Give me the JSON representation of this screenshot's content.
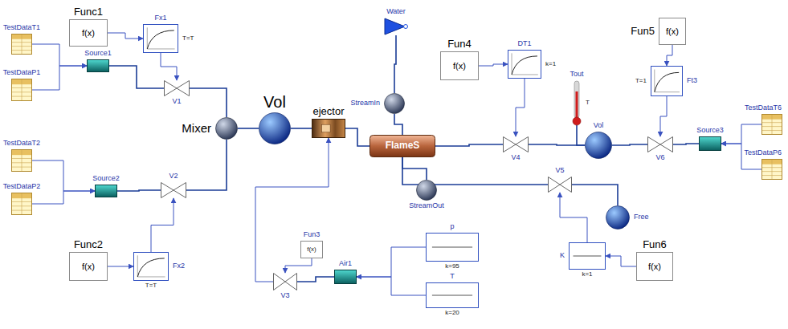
{
  "diagram": {
    "nodes": [
      {
        "text": [
          "Func1",
          "f(x)"
        ]
      },
      {
        "text": [
          "Fx1",
          "T=T"
        ]
      },
      {
        "text": [
          "TestDataT1"
        ]
      },
      {
        "text": [
          "Source1"
        ]
      },
      {
        "text": [
          "TestDataP1"
        ]
      },
      {
        "text": [
          "V1"
        ]
      },
      {
        "text": [
          "TestDataT2"
        ]
      },
      {
        "text": [
          "Source2"
        ]
      },
      {
        "text": [
          "TestDataP2"
        ]
      },
      {
        "text": [
          "V2"
        ]
      },
      {
        "text": [
          "Func2",
          "f(x)"
        ]
      },
      {
        "text": [
          "Fx2",
          "T=T"
        ]
      },
      {
        "text": [
          "Mixer"
        ]
      },
      {
        "text": [
          "Vol"
        ]
      },
      {
        "text": [
          "ejector"
        ]
      },
      {
        "text": [
          "Water"
        ]
      },
      {
        "text": [
          "StreamIn"
        ]
      },
      {
        "text": [
          "FlameS"
        ]
      },
      {
        "text": [
          "StreamOut"
        ]
      },
      {
        "text": [
          "Fun4",
          "f(x)"
        ]
      },
      {
        "text": [
          "DT1",
          "k=1"
        ]
      },
      {
        "text": [
          "V4"
        ]
      },
      {
        "text": [
          "Tout",
          "T"
        ]
      },
      {
        "text": [
          "Vol"
        ]
      },
      {
        "text": [
          "V6"
        ]
      },
      {
        "text": [
          "Fun5",
          "f(x)"
        ]
      },
      {
        "text": [
          "Ft3",
          "T=1"
        ]
      },
      {
        "text": [
          "Source3"
        ]
      },
      {
        "text": [
          "TestDataT6"
        ]
      },
      {
        "text": [
          "TestDataP6"
        ]
      },
      {
        "text": [
          "V5"
        ]
      },
      {
        "text": [
          "Free"
        ]
      },
      {
        "text": [
          "K",
          "k=1"
        ]
      },
      {
        "text": [
          "Fun6",
          "f(x)"
        ]
      },
      {
        "text": [
          "Fun3",
          "f(x)"
        ]
      },
      {
        "text": [
          "V3"
        ]
      },
      {
        "text": [
          "Air1"
        ]
      },
      {
        "text": [
          "p",
          "k=95"
        ]
      },
      {
        "text": [
          "T",
          "k=20"
        ]
      }
    ],
    "edges": [
      {
        "from": 0,
        "to": 1,
        "arrow": "to"
      },
      {
        "from": 1,
        "to": 5,
        "arrow": "to"
      },
      {
        "from": 2,
        "to": 3,
        "arrow": "to"
      },
      {
        "from": 4,
        "to": 3,
        "arrow": "to"
      },
      {
        "from": 3,
        "to": 5,
        "arrow": "none"
      },
      {
        "from": 5,
        "to": 12,
        "arrow": "none"
      },
      {
        "from": 6,
        "to": 7,
        "arrow": "to"
      },
      {
        "from": 8,
        "to": 7,
        "arrow": "to"
      },
      {
        "from": 7,
        "to": 9,
        "arrow": "none"
      },
      {
        "from": 9,
        "to": 12,
        "arrow": "none"
      },
      {
        "from": 10,
        "to": 11,
        "arrow": "to"
      },
      {
        "from": 11,
        "to": 9,
        "arrow": "to"
      },
      {
        "from": 12,
        "to": 13,
        "arrow": "none"
      },
      {
        "from": 13,
        "to": 14,
        "arrow": "none"
      },
      {
        "from": 15,
        "to": 16,
        "arrow": "none"
      },
      {
        "from": 16,
        "to": 17,
        "arrow": "none"
      },
      {
        "from": 14,
        "to": 17,
        "arrow": "none"
      },
      {
        "from": 17,
        "to": 21,
        "arrow": "none"
      },
      {
        "from": 19,
        "to": 20,
        "arrow": "to"
      },
      {
        "from": 20,
        "to": 21,
        "arrow": "to"
      },
      {
        "from": 21,
        "to": 23,
        "arrow": "none"
      },
      {
        "from": 22,
        "to": 23,
        "arrow": "none"
      },
      {
        "from": 23,
        "to": 24,
        "arrow": "none"
      },
      {
        "from": 25,
        "to": 26,
        "arrow": "to"
      },
      {
        "from": 26,
        "to": 24,
        "arrow": "to"
      },
      {
        "from": 24,
        "to": 27,
        "arrow": "none"
      },
      {
        "from": 28,
        "to": 27,
        "arrow": "to"
      },
      {
        "from": 29,
        "to": 27,
        "arrow": "to"
      },
      {
        "from": 17,
        "to": 18,
        "arrow": "none"
      },
      {
        "from": 17,
        "to": 30,
        "arrow": "none"
      },
      {
        "from": 30,
        "to": 31,
        "arrow": "none"
      },
      {
        "from": 33,
        "to": 32,
        "arrow": "to"
      },
      {
        "from": 32,
        "to": 30,
        "arrow": "to"
      },
      {
        "from": 34,
        "to": 35,
        "arrow": "to"
      },
      {
        "from": 36,
        "to": 35,
        "arrow": "none"
      },
      {
        "from": 37,
        "to": 36,
        "arrow": "to"
      },
      {
        "from": 38,
        "to": 36,
        "arrow": "to"
      },
      {
        "from": 35,
        "to": 14,
        "arrow": "to"
      }
    ]
  }
}
